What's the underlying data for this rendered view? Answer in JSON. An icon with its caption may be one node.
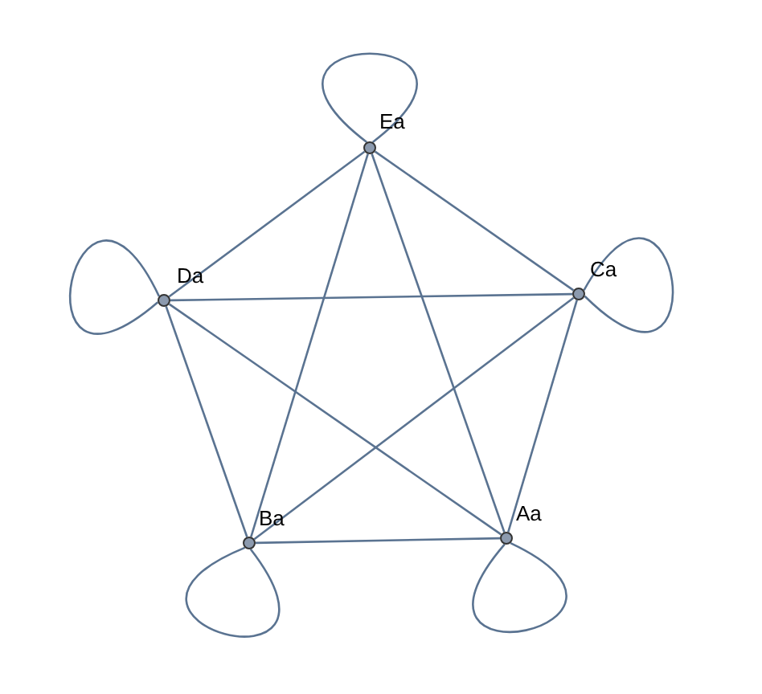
{
  "diagram": {
    "nodes": [
      {
        "text": [
          "Ea"
        ]
      },
      {
        "text": [
          "Da"
        ]
      },
      {
        "text": [
          "Ca"
        ]
      },
      {
        "text": [
          "Ba"
        ]
      },
      {
        "text": [
          "Aa"
        ]
      }
    ],
    "edges": [
      {
        "from": 0,
        "to": 0,
        "arrow": "none"
      },
      {
        "from": 1,
        "to": 1,
        "arrow": "none"
      },
      {
        "from": 2,
        "to": 2,
        "arrow": "none"
      },
      {
        "from": 3,
        "to": 3,
        "arrow": "none"
      },
      {
        "from": 4,
        "to": 4,
        "arrow": "none"
      },
      {
        "from": 0,
        "to": 1,
        "arrow": "none"
      },
      {
        "from": 0,
        "to": 2,
        "arrow": "none"
      },
      {
        "from": 0,
        "to": 3,
        "arrow": "none"
      },
      {
        "from": 0,
        "to": 4,
        "arrow": "none"
      },
      {
        "from": 1,
        "to": 2,
        "arrow": "none"
      },
      {
        "from": 1,
        "to": 3,
        "arrow": "none"
      },
      {
        "from": 1,
        "to": 4,
        "arrow": "none"
      },
      {
        "from": 2,
        "to": 3,
        "arrow": "none"
      },
      {
        "from": 2,
        "to": 4,
        "arrow": "none"
      },
      {
        "from": 3,
        "to": 4,
        "arrow": "none"
      }
    ]
  }
}
